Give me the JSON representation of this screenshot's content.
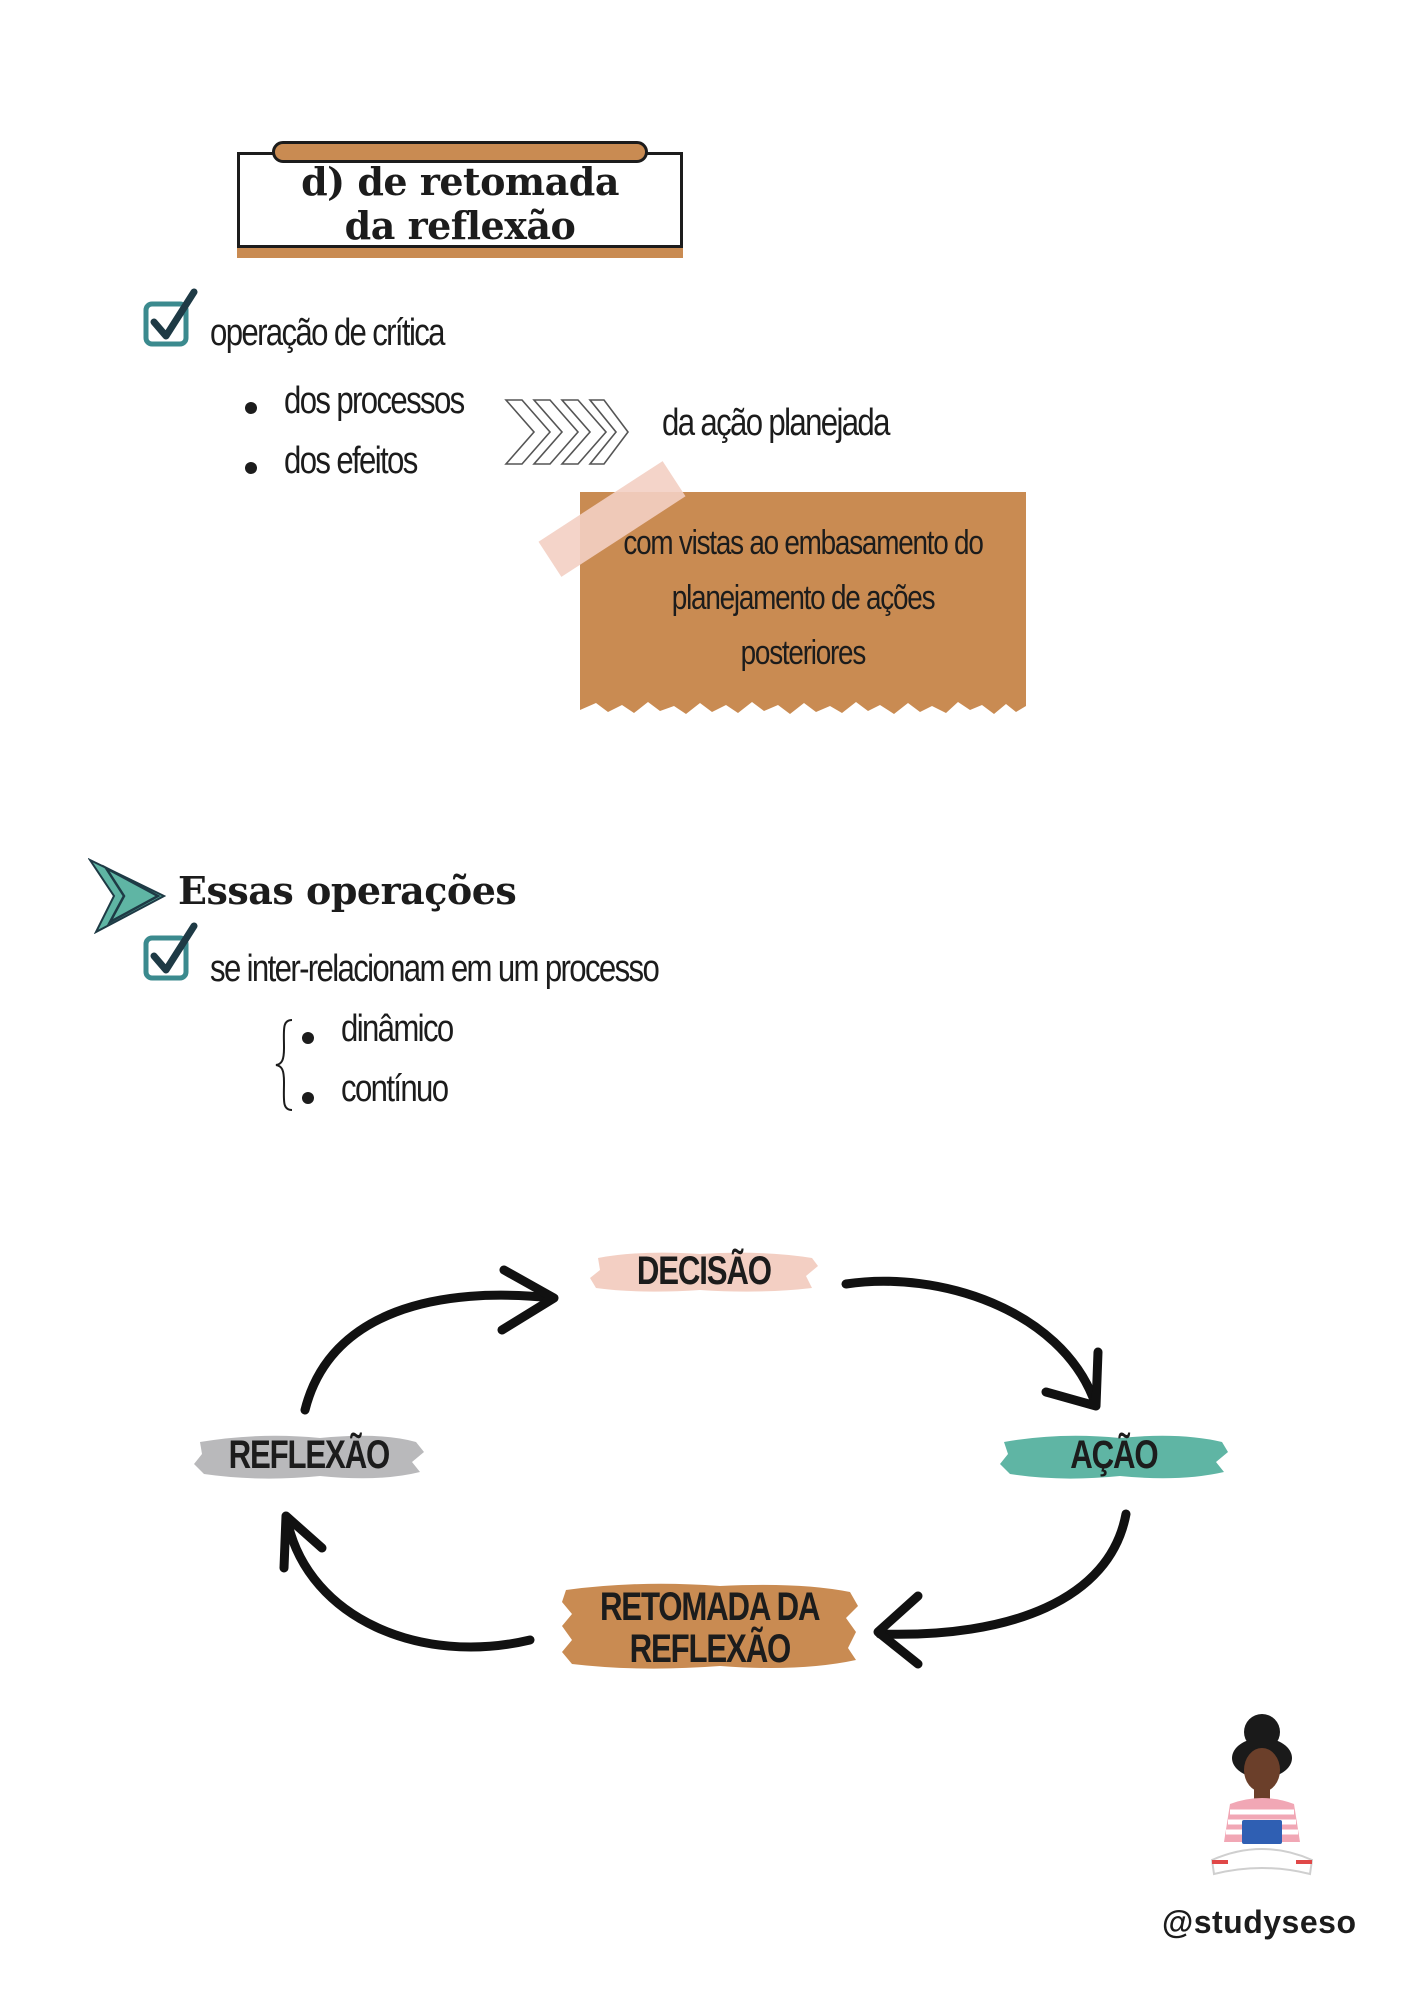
{
  "header": {
    "title_line1": "d) de retomada",
    "title_line2": "da reflexão"
  },
  "section1": {
    "check_text": "operação de crítica",
    "bullets": [
      "dos processos",
      "dos efeitos"
    ],
    "arrow_target": "da ação planejada",
    "note_lines": [
      "com vistas ao embasamento do",
      "planejamento de ações",
      "posteriores"
    ]
  },
  "section2": {
    "title": "Essas operações",
    "check_text": "se inter-relacionam em um processo",
    "bullets": [
      "dinâmico",
      "contínuo"
    ]
  },
  "cycle": {
    "decisao": "DECISÃO",
    "acao": "AÇÃO",
    "retomada_line1": "RETOMADA DA",
    "retomada_line2": "REFLEXÃO",
    "reflexao": "REFLEXÃO"
  },
  "footer": {
    "handle": "@studyseso"
  },
  "colors": {
    "brown": "#c98b52",
    "pink": "#f3cfc3",
    "teal": "#5fb5a4",
    "gray": "#b9b9bb",
    "ink": "#1c1c1c",
    "check_teal": "#3b8a8e",
    "check_dark": "#1e3a45"
  }
}
